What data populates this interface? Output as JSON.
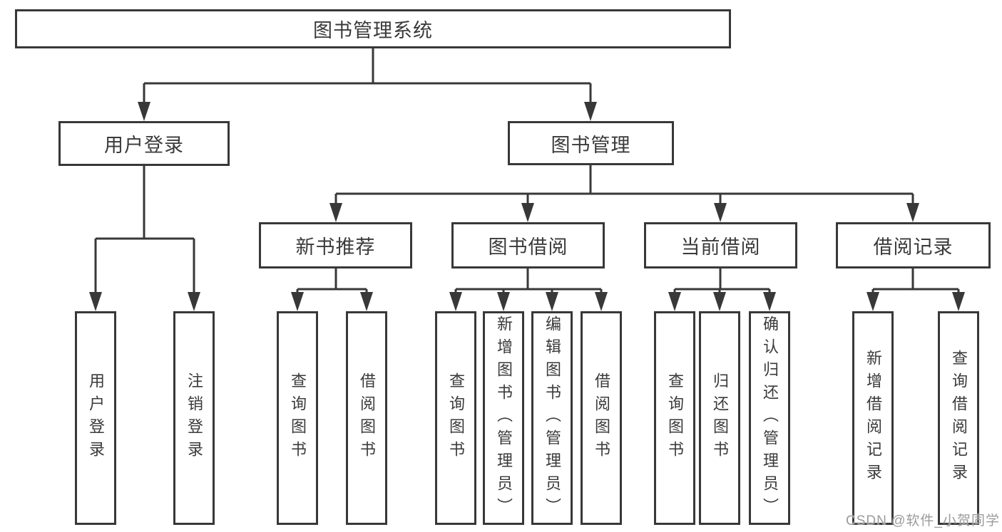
{
  "nodes": {
    "root": "图书管理系统",
    "level2": [
      "用户登录",
      "图书管理"
    ],
    "level3": [
      "新书推荐",
      "图书借阅",
      "当前借阅",
      "借阅记录"
    ],
    "leaves": {
      "user_login": [
        "用户登录",
        "注销登录"
      ],
      "new_book": [
        "查询图书",
        "借阅图书"
      ],
      "book_borrow": [
        "查询图书",
        "新增图书（管理员）",
        "编辑图书（管理员）",
        "借阅图书"
      ],
      "current_borrow": [
        "查询图书",
        "归还图书",
        "确认归还（管理员）"
      ],
      "borrow_records": [
        "新增借阅记录",
        "查询借阅记录"
      ]
    }
  },
  "colors": {
    "line": "#383838",
    "text": "#3a3a3a",
    "background": "#ffffff",
    "watermark": "#9b9b9b"
  },
  "watermark": "CSDN @软件_小贺同学"
}
